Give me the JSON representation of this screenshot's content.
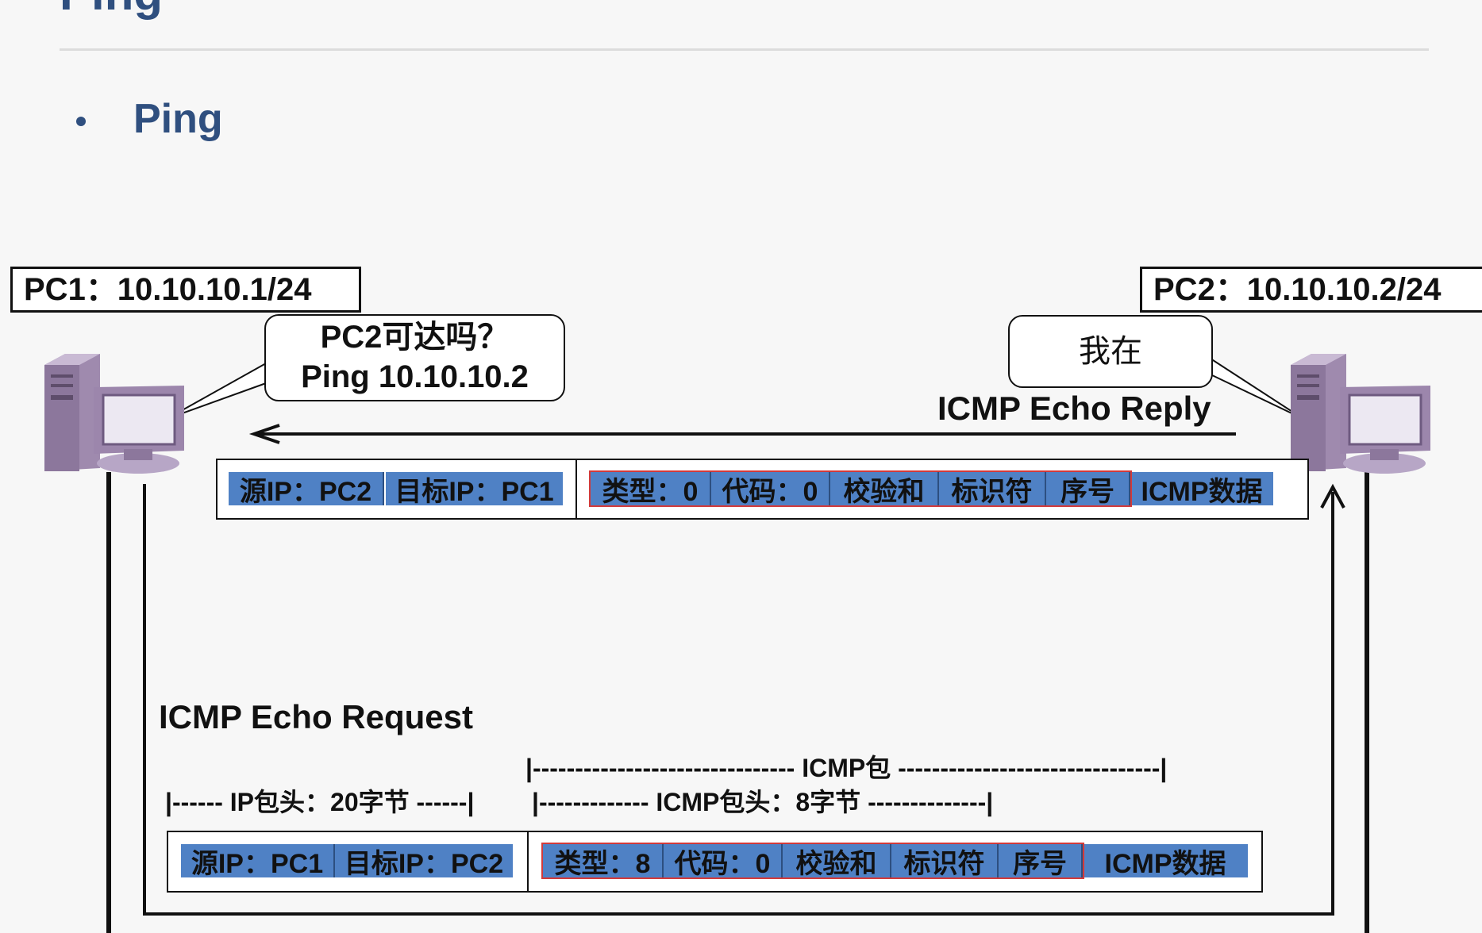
{
  "header": {
    "title": "Ping"
  },
  "bullet": {
    "text": "Ping"
  },
  "pc1": {
    "address": "PC1：10.10.10.1/24",
    "bubble_line1": "PC2可达吗？",
    "bubble_line2": "Ping 10.10.10.2"
  },
  "pc2": {
    "address": "PC2：10.10.10.2/24",
    "bubble": "我在"
  },
  "reply": {
    "label": "ICMP Echo Reply",
    "ip_fields": [
      "源IP：PC2",
      "目标IP：PC1"
    ],
    "icmp_fields": [
      "类型：0",
      "代码：0",
      "校验和",
      "标识符",
      "序号",
      "ICMP数据"
    ]
  },
  "request": {
    "label": "ICMP Echo Request",
    "icmp_packet_bracket": "|------------------------------- ICMP包 -------------------------------|",
    "ip_header_bracket": "|------ IP包头：20字节 ------|",
    "icmp_header_bracket": "|------------- ICMP包头：8字节 --------------|",
    "ip_fields": [
      "源IP：PC1",
      "目标IP：PC2"
    ],
    "icmp_fields": [
      "类型：8",
      "代码：0",
      "校验和",
      "标识符",
      "序号",
      "ICMP数据"
    ]
  },
  "colors": {
    "field_fill": "#4f81c5",
    "header_highlight": "#d23a3a",
    "title": "#2f4f7f"
  },
  "icons": {
    "pc1": "desktop-computer-icon",
    "pc2": "desktop-computer-icon"
  }
}
